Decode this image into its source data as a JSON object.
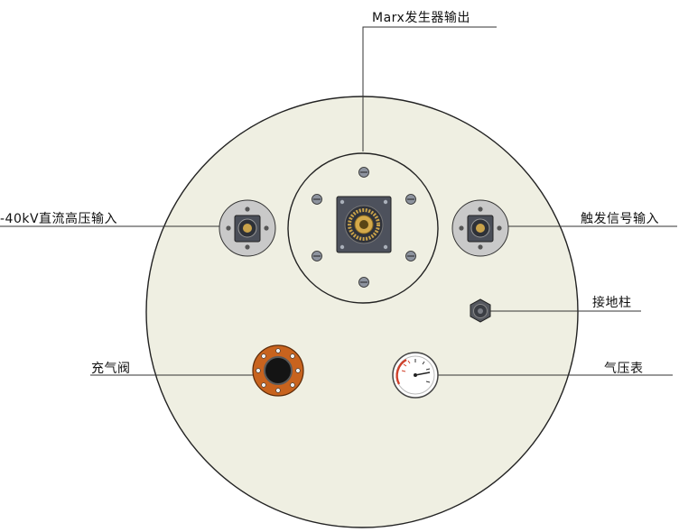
{
  "labels": {
    "marx_output": "Marx发生器输出",
    "hv_input": "-40kV直流高压输入",
    "trigger_input": "触发信号输入",
    "ground_post": "接地柱",
    "fill_valve": "充气阀",
    "pressure_gauge": "气压表"
  },
  "colors": {
    "panel_fill": "#efefe2",
    "outline": "#222222",
    "connector_plate": "#c9c9c9",
    "connector_body": "#4a4e58",
    "connector_gold": "#c9a24a",
    "valve_orange": "#c8631e",
    "gauge_red": "#d0402a",
    "leader_line": "#333333"
  },
  "icons": {
    "screw": "screw-icon",
    "connector": "connector-icon",
    "valve": "valve-icon",
    "gauge": "gauge-icon",
    "ground": "ground-post-icon"
  }
}
